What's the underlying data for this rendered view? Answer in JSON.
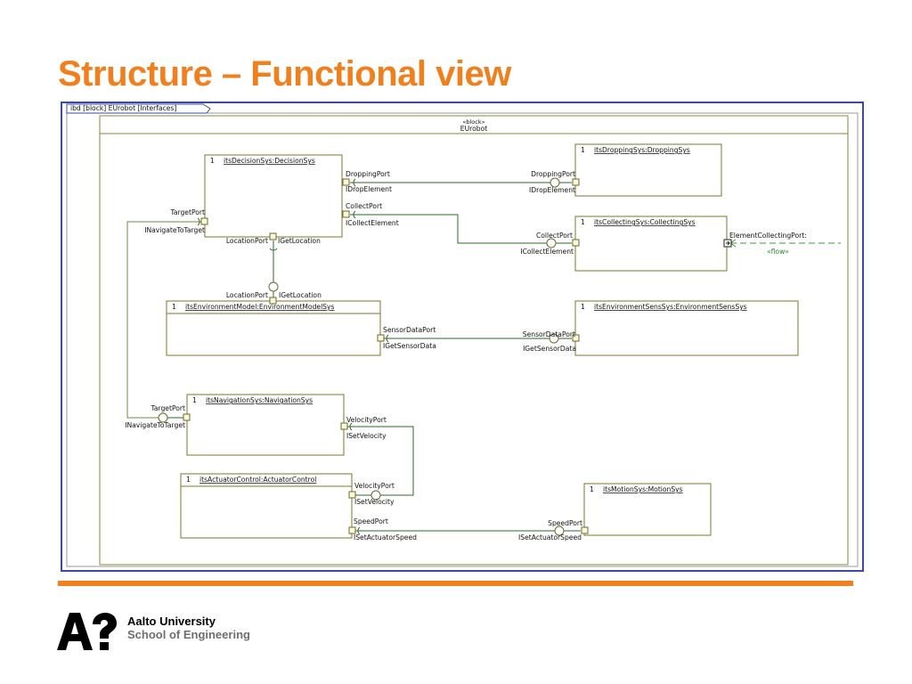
{
  "slide": {
    "title": "Structure – Functional view"
  },
  "diagram": {
    "frame_tab": "ibd [block] EUrobot [Interfaces]",
    "block": {
      "stereotype": "«block»",
      "name": "EUrobot"
    },
    "parts": {
      "decision": {
        "mult": "1",
        "name": "itsDecisionSys:DecisionSys"
      },
      "dropping": {
        "mult": "1",
        "name": "itsDroppingSys:DroppingSys"
      },
      "collecting": {
        "mult": "1",
        "name": "itsCollectingSys:CollectingSys"
      },
      "envmodel": {
        "mult": "1",
        "name": "itsEnvironmentModel:EnvironmentModelSys"
      },
      "envsens": {
        "mult": "1",
        "name": "itsEnvironmentSensSys:EnvironmentSensSys"
      },
      "nav": {
        "mult": "1",
        "name": "itsNavigationSys:NavigationSys"
      },
      "actuator": {
        "mult": "1",
        "name": "itsActuatorControl:ActuatorControl"
      },
      "motion": {
        "mult": "1",
        "name": "itsMotionSys:MotionSys"
      }
    },
    "labels": {
      "dec_dropping_port": "DroppingPort",
      "dec_idrop_element": "IDropElement",
      "dec_collect_port": "CollectPort",
      "dec_icollect_element": "ICollectElement",
      "dec_target_port": "TargetPort",
      "dec_inavigate": "INavigateToTarget",
      "dec_location_port": "LocationPort",
      "dec_iget_location": "IGetLocation",
      "drop_dropping_port": "DroppingPort",
      "drop_idrop_element": "IDropElement",
      "col_collect_port": "CollectPort",
      "col_icollect_element": "ICollectElement",
      "col_element_collecting_port": "ElementCollectingPort:",
      "col_flow": "«flow»",
      "env_location_port": "LocationPort",
      "env_iget_location": "IGetLocation",
      "env_sensor_port": "SensorDataPort",
      "env_iget_sensor": "IGetSensorData",
      "sens_sensor_port": "SensorDataPort",
      "sens_iget_sensor": "IGetSensorData",
      "nav_target_port": "TargetPort",
      "nav_inavigate": "INavigateToTarget",
      "nav_velocity_port": "VelocityPort",
      "nav_iset_velocity": "ISetVelocity",
      "act_velocity_port": "VelocityPort",
      "act_iset_velocity": "ISetVelocity",
      "act_speed_port": "SpeedPort",
      "act_iset_actuator": "ISetActuatorSpeed",
      "mot_speed_port": "SpeedPort",
      "mot_iset_actuator": "ISetActuatorSpeed"
    }
  },
  "footer": {
    "university": "Aalto University",
    "school": "School of Engineering"
  },
  "colors": {
    "accent": "#f07f1e",
    "diagram_line": "#7a7a2a",
    "connector": "#2a6a2a",
    "frame": "#3a4aa0"
  }
}
